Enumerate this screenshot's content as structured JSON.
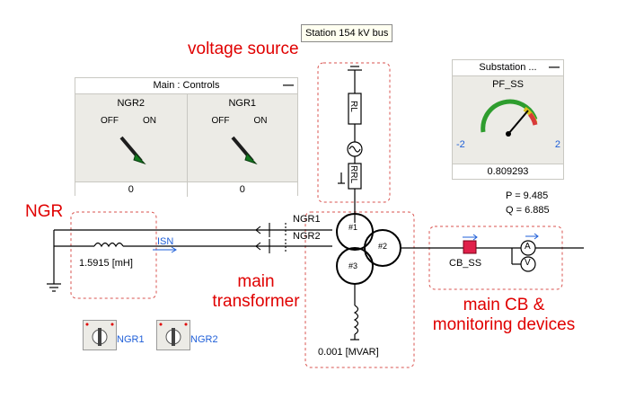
{
  "tooltip": "Station 154 kV bus",
  "labels": {
    "voltage_source": "voltage  source",
    "ngr": "NGR",
    "main_transformer_line1": "main",
    "main_transformer_line2": "transformer",
    "main_cb_line1": "main  CB  &",
    "main_cb_line2": "monitoring  devices"
  },
  "controls_panel": {
    "title": "Main : Controls",
    "minimize": "—",
    "columns": [
      {
        "name": "NGR2",
        "off": "OFF",
        "on": "ON",
        "value": "0"
      },
      {
        "name": "NGR1",
        "off": "OFF",
        "on": "ON",
        "value": "0"
      }
    ]
  },
  "substation_panel": {
    "title": "Substation ...",
    "minimize": "—",
    "meter_name": "PF_SS",
    "scale_min": "-2",
    "scale_max": "2",
    "value": "0.809293",
    "value_numeric": 0.809293
  },
  "readings": {
    "p": "P = 9.485",
    "q": "Q = 6.885"
  },
  "components": {
    "source_r": "RL",
    "source_rrl": "RRL",
    "ngr_inductance": "1.5915 [mH]",
    "isn": "ISN",
    "ngr1_bus": "NGR1",
    "ngr2_bus": "NGR2",
    "winding_1": "#1",
    "winding_2": "#2",
    "winding_3": "#3",
    "load": "0.001 [MVAR]",
    "breaker": "CB_SS",
    "ammeter": "A",
    "voltmeter": "V",
    "switch_ngr1": "NGR1",
    "switch_ngr2": "NGR2"
  },
  "colors": {
    "label_red": "#e00000",
    "dashed_red": "#d9534f",
    "breaker": "#e0204a",
    "signal_blue": "#1f5fd8",
    "panel_bg": "#ecebe6"
  }
}
